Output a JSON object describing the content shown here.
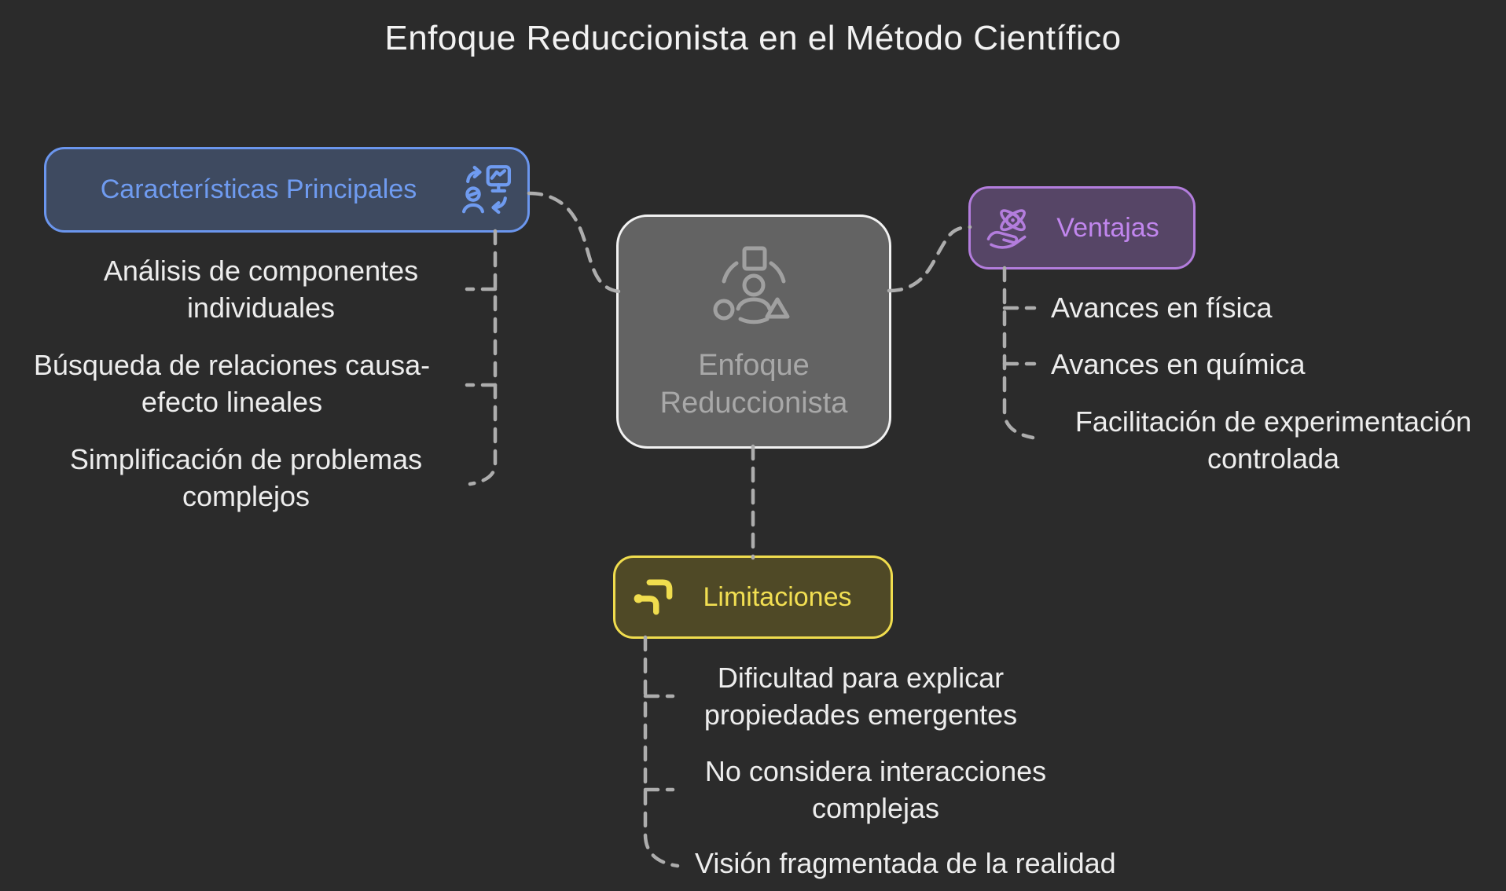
{
  "title": "Enfoque Reduccionista en el Método Científico",
  "center_node": {
    "label": "Enfoque Reduccionista",
    "icon": "person-with-shapes-icon"
  },
  "branches": {
    "caracteristicas": {
      "label": "Características Principales",
      "icon": "person-chart-sync-icon",
      "accent_color": "#6f9bf0",
      "items": [
        "Análisis de componentes individuales",
        "Búsqueda de relaciones causa-efecto lineales",
        "Simplificación de problemas complejos"
      ]
    },
    "ventajas": {
      "label": "Ventajas",
      "icon": "hand-holding-atom-icon",
      "accent_color": "#c186ee",
      "items": [
        "Avances en física",
        "Avances en química",
        "Facilitación de experimentación controlada"
      ]
    },
    "limitaciones": {
      "label": "Limitaciones",
      "icon": "branching-arrows-icon",
      "accent_color": "#f2df52",
      "items": [
        "Dificultad para explicar propiedades emergentes",
        "No considera interacciones complejas",
        "Visión fragmentada de la realidad"
      ]
    }
  },
  "colors": {
    "background": "#2b2b2b",
    "title_text": "#f2f2f2",
    "item_text": "#ededed",
    "connector": "#adadad",
    "center_fill": "#636363",
    "center_border": "#f2f2f2",
    "blue_fill": "#3e4a60",
    "blue_border": "#6b96ee",
    "purple_fill": "#564566",
    "purple_border": "#b37ddd",
    "yellow_fill": "#4f4926",
    "yellow_border": "#f0dd4e"
  }
}
